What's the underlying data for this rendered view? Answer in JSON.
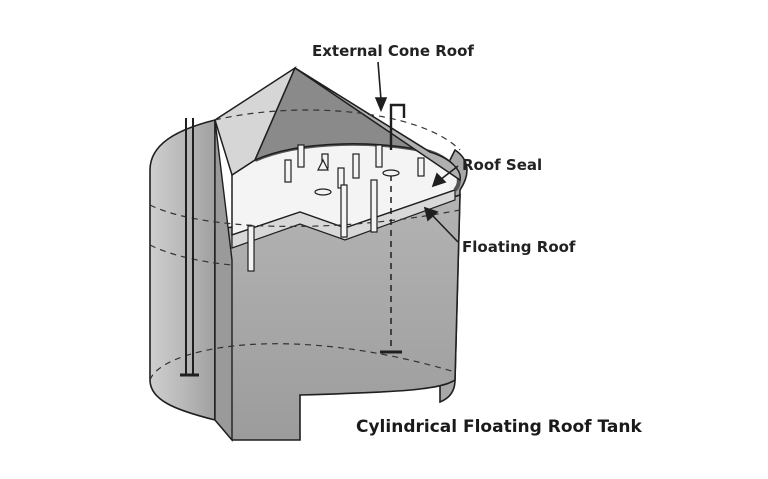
{
  "labels": {
    "external_cone_roof": "External Cone Roof",
    "roof_seal": "Roof Seal",
    "floating_roof": "Floating Roof"
  },
  "caption": "Cylindrical Floating Roof Tank",
  "colors": {
    "tank_wall": "#bdbdbd",
    "tank_wall_dark": "#8e8e8e",
    "interior": "#a9a9a9",
    "cone_light": "#d6d6d6",
    "cone_dark": "#8a8a8a",
    "floating_roof_top": "#f4f4f4",
    "outline": "#1f1f1f"
  }
}
